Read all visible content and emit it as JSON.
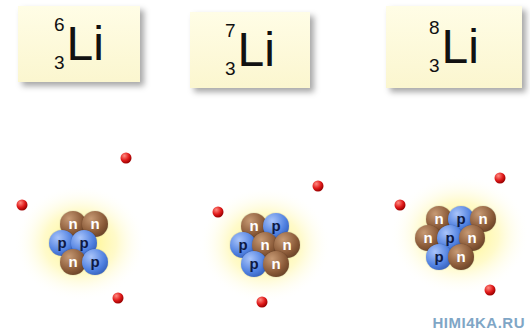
{
  "diagram": {
    "nodes": [
      {
        "text": [
          "6",
          "3",
          "Li"
        ]
      },
      {
        "text": [
          "7",
          "3",
          "Li"
        ]
      },
      {
        "text": [
          "8",
          "3",
          "Li"
        ]
      },
      {
        "text": [
          "n"
        ]
      },
      {
        "text": [
          "n"
        ]
      },
      {
        "text": [
          "p"
        ]
      },
      {
        "text": [
          "p"
        ]
      },
      {
        "text": [
          "n"
        ]
      },
      {
        "text": [
          "p"
        ]
      },
      {
        "text": [
          "n"
        ]
      },
      {
        "text": [
          "p"
        ]
      },
      {
        "text": [
          "p"
        ]
      },
      {
        "text": [
          "n"
        ]
      },
      {
        "text": [
          "n"
        ]
      },
      {
        "text": [
          "p"
        ]
      },
      {
        "text": [
          "n"
        ]
      },
      {
        "text": [
          "n"
        ]
      },
      {
        "text": [
          "p"
        ]
      },
      {
        "text": [
          "n"
        ]
      },
      {
        "text": [
          "n"
        ]
      },
      {
        "text": [
          "p"
        ]
      },
      {
        "text": [
          "n"
        ]
      },
      {
        "text": [
          "p"
        ]
      },
      {
        "text": [
          "n"
        ]
      }
    ],
    "labels": [
      "HIMI4KA.RU"
    ]
  }
}
